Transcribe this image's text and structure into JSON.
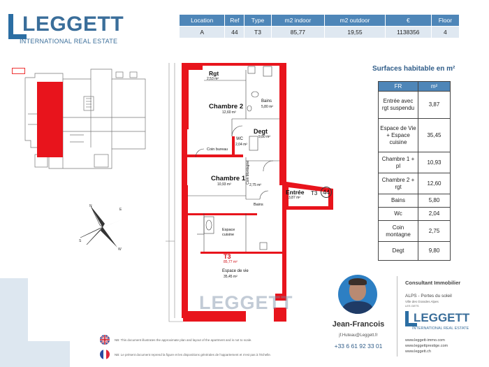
{
  "logo": {
    "word": "LEGGETT",
    "sub": "INTERNATIONAL REAL ESTATE"
  },
  "info_table": {
    "headers": [
      "Location",
      "Ref",
      "Type",
      "m2 indoor",
      "m2 outdoor",
      "€",
      "Floor"
    ],
    "row": [
      "A",
      "44",
      "T3",
      "85,77",
      "19,55",
      "1138356",
      "4"
    ]
  },
  "plan": {
    "rgt": "Rgt",
    "rgt_area": "2,53 m²",
    "chambre2": "Chambre 2",
    "chambre2_area": "12,60 m²",
    "bains_top": "Bains",
    "bains_top_area": "5,80 m²",
    "degt": "Degt",
    "degt_area": "9,80 m²",
    "wc": "WC",
    "wc_area": "2,04 m²",
    "coin_bureau": "Coin bureau",
    "chambre1": "Chambre 1",
    "chambre1_area": "10,93 m²",
    "coin_montagne": "Coin Montagne",
    "coin_montagne_area": "2,75 m²",
    "entree": "Entrée",
    "entree_area": "3,87 m²",
    "tag_type": "T3",
    "tag_num": "44",
    "bains_low": "Bains",
    "espace_cuisine": "Espace cuisine",
    "t3": "T3",
    "t3_area": "85,77 m²",
    "espace_vie": "Espace de vie",
    "espace_vie_area": "35,45 m²"
  },
  "watermark": "LEGGETT",
  "surfaces": {
    "title": "Surfaces habitable en m²",
    "headers": [
      "FR",
      "m²"
    ],
    "rows": [
      [
        "Entrée avec rgt suspendu",
        "3,87"
      ],
      [
        "Espace de Vie + Espace cuisine",
        "35,45"
      ],
      [
        "Chambre 1 + pl",
        "10,93"
      ],
      [
        "Chambre 2 + rgt",
        "12,60"
      ],
      [
        "Bains",
        "5,80"
      ],
      [
        "Wc",
        "2,04"
      ],
      [
        "Coin montagne",
        "2,75"
      ],
      [
        "Degt",
        "9,80"
      ]
    ]
  },
  "agent": {
    "name": "Jean-Francois",
    "email": "jf.Huteau@Leggett.fr",
    "phone": "+33 6 61 92 33 01",
    "role": "Consultant Immobilier",
    "area": "ALPS - Portes du soleil",
    "area_sub": "Ville des Grandes Alpes",
    "area_sub2": "LES GETS"
  },
  "footer_logo": {
    "word": "LEGGETT",
    "sub": "INTERNATIONAL REAL ESTATE"
  },
  "websites": [
    "www.leggett-immo.com",
    "www.leggettprestige.com",
    "www.leggett.ch"
  ],
  "notes": {
    "uk": "NB: This document illustrates the approximate plan and layout of the apartment and is not to scale.",
    "fr": "NB: Le présent document reprend la figure et les dispositions générales de l'appartement et n'est pas à l'échelle."
  },
  "colors": {
    "brand_blue": "#3a6e9a",
    "header_blue": "#4e86b8",
    "wall_red": "#e8141c"
  }
}
